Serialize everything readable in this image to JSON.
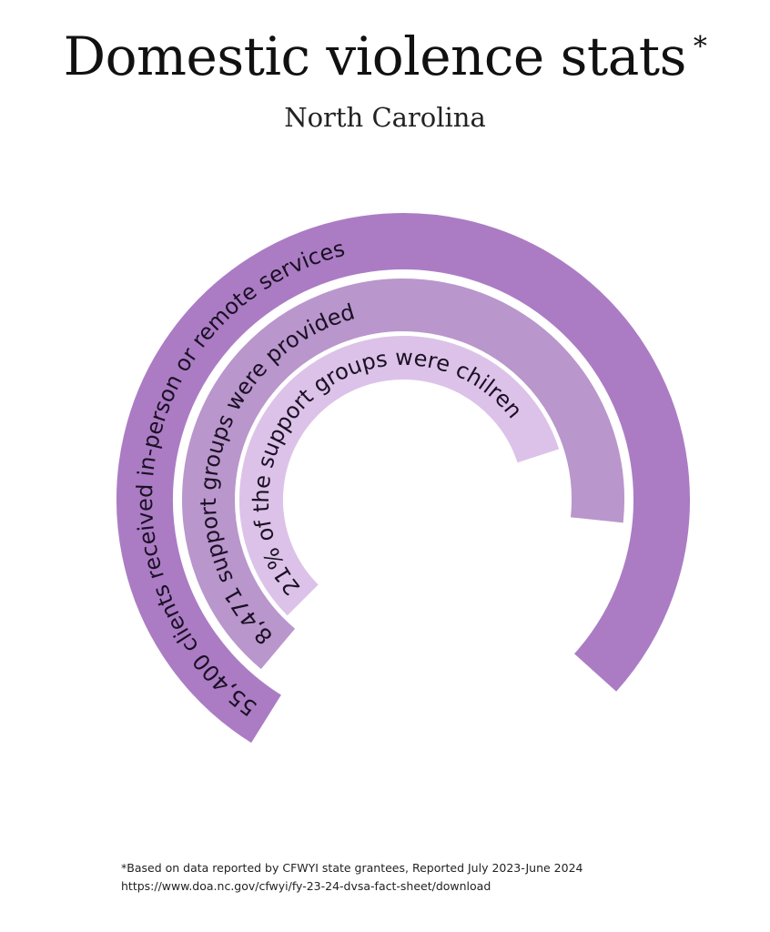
{
  "title": "Domestic violence stats",
  "title_marker": "*",
  "subtitle": "North Carolina",
  "chart_data": {
    "type": "radial-bar",
    "series": [
      {
        "label": "55,400 clients received in-person or remote services",
        "value": 55400,
        "color": "#ab7cc4"
      },
      {
        "label": "8,471 support groups were provided",
        "value": 8471,
        "color": "#b996cc"
      },
      {
        "label": "21% of the support groups were chilren",
        "value": 21,
        "color": "#dcc2e8"
      }
    ]
  },
  "footnote": {
    "line1": "*Based on data reported by CFWYI state grantees, Reported July 2023-June 2024",
    "line2": "https://www.doa.nc.gov/cfwyi/fy-23-24-dvsa-fact-sheet/download"
  }
}
